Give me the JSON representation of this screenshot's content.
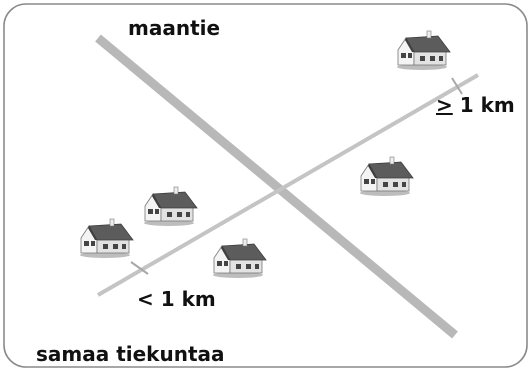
{
  "labels": {
    "road": "maantie",
    "far_symbol": ">",
    "far_value": " 1 km",
    "near": "< 1 km",
    "same_road": "samaa tiekuntaa"
  },
  "icons": {
    "house": "house-icon"
  },
  "colors": {
    "frame": "#8a8a8a",
    "road": "#b8b8b8",
    "path": "#c4c4c4",
    "roof": "#555555",
    "wall": "#f4f4f4",
    "text": "#111111"
  }
}
